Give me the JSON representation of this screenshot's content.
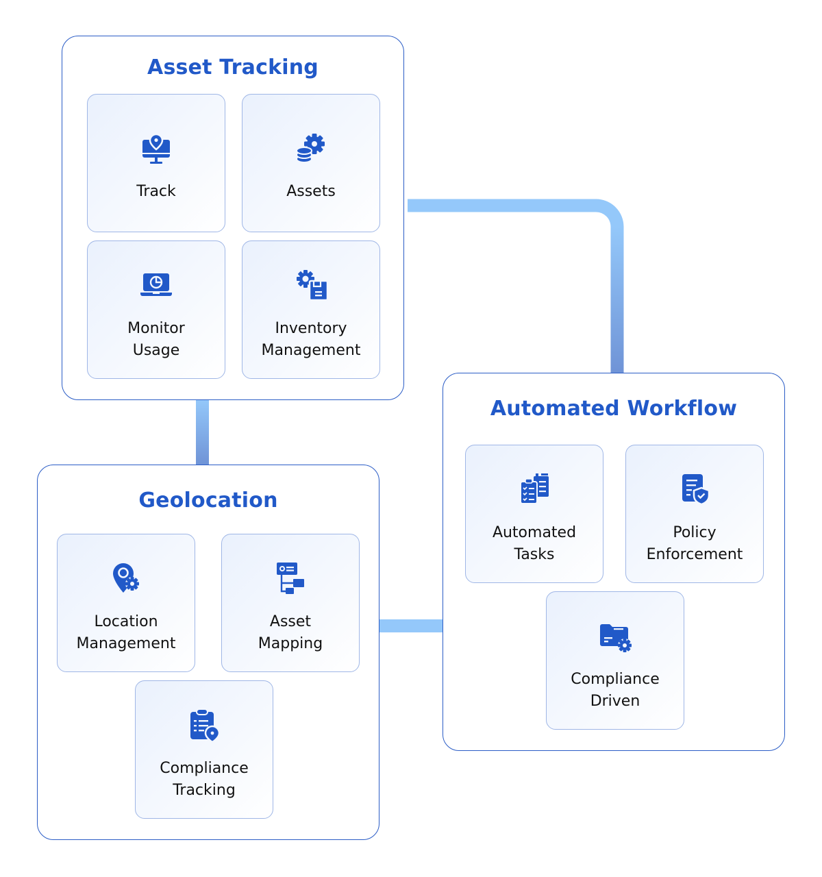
{
  "colors": {
    "accent": "#2159c8",
    "border": "#2a5cc6",
    "card_border": "#9fb6e6",
    "connector_light": "#94c8fa",
    "connector_dark": "#6f93d6",
    "label": "#111111"
  },
  "groups": {
    "asset_tracking": {
      "title": "Asset Tracking",
      "cards": [
        {
          "label": "Track",
          "icon": "monitor-location-icon"
        },
        {
          "label": "Assets",
          "icon": "database-gear-icon"
        },
        {
          "label": "Monitor\nUsage",
          "icon": "laptop-pie-chart-icon"
        },
        {
          "label": "Inventory\nManagement",
          "icon": "gear-floppy-icon"
        }
      ]
    },
    "geolocation": {
      "title": "Geolocation",
      "cards": [
        {
          "label": "Location\nManagement",
          "icon": "location-pin-gear-icon"
        },
        {
          "label": "Asset\nMapping",
          "icon": "hierarchy-map-icon"
        },
        {
          "label": "Compliance\nTracking",
          "icon": "clipboard-location-icon"
        }
      ]
    },
    "automated_workflow": {
      "title": "Automated Workflow",
      "cards": [
        {
          "label": "Automated\nTasks",
          "icon": "checklist-clipboards-icon"
        },
        {
          "label": "Policy\nEnforcement",
          "icon": "document-shield-icon"
        },
        {
          "label": "Compliance\nDriven",
          "icon": "folder-gear-icon"
        }
      ]
    }
  }
}
